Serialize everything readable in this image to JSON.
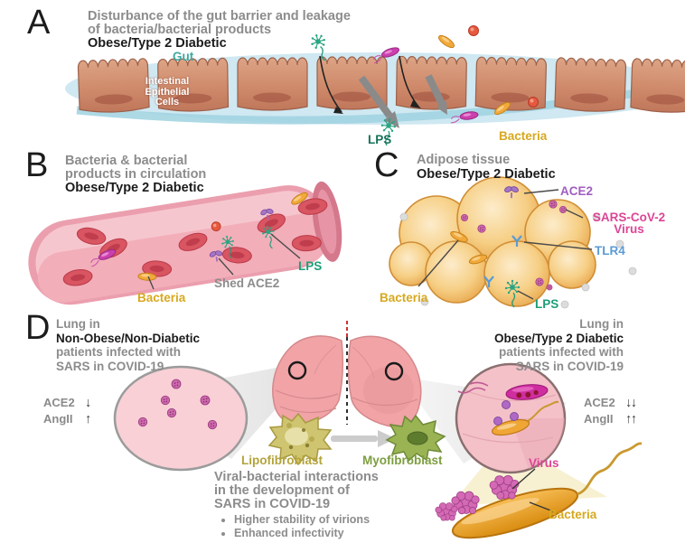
{
  "figure": {
    "panel_a": {
      "letter": "A",
      "title": "Disturbance of the gut barrier and leakage\nof bacteria/bacterial products",
      "subtitle": "Obese/Type 2 Diabetic",
      "labels": {
        "gut": "Gut",
        "epithelial": "Intestinal\nEpithelial\nCells",
        "lps": "LPS",
        "bacteria": "Bacteria"
      }
    },
    "panel_b": {
      "letter": "B",
      "title": "Bacteria & bacterial\nproducts in circulation",
      "subtitle": "Obese/Type 2 Diabetic",
      "labels": {
        "bacteria": "Bacteria",
        "shed_ace2": "Shed ACE2",
        "lps": "LPS"
      }
    },
    "panel_c": {
      "letter": "C",
      "title": "Adipose tissue",
      "subtitle": "Obese/Type 2 Diabetic",
      "labels": {
        "ace2": "ACE2",
        "virus_line1": "SARS-CoV-2",
        "virus_line2": "Virus",
        "tlr4": "TLR4",
        "bacteria": "Bacteria",
        "lps": "LPS"
      }
    },
    "panel_d": {
      "letter": "D",
      "left_title": [
        "Lung in",
        "Non-Obese/Non-Diabetic",
        "patients infected with",
        "SARS in COVID-19"
      ],
      "right_title": [
        "Lung in",
        "Obese/Type 2 Diabetic",
        "patients infected with",
        "SARS in COVID-19"
      ],
      "left_ace2_label": "ACE2",
      "left_ace2_arrow": "↓",
      "left_angii_label": "AngII",
      "left_angii_arrow": "↑",
      "right_ace2_label": "ACE2",
      "right_ace2_arrow": "↓↓",
      "right_angii_label": "AngII",
      "right_angii_arrow": "↑↑",
      "lipofibroblast": "Lipofibroblast",
      "myofibroblast": "Myofibroblast",
      "bottom_heading": "Viral-bacterial interactions\nin the development of\nSARS in COVID-19",
      "bullets": [
        "Higher stability of virions",
        "Enhanced infectivity"
      ],
      "virus": "Virus",
      "bacteria": "Bacteria"
    }
  },
  "colors": {
    "title_gray": "#8c8c8c",
    "title_black": "#1b1b1b",
    "gut_teal": "#3fa8a0",
    "lps_green": "#1d9e78",
    "lps_dark_green": "#16725a",
    "bacteria_yellow": "#d7a81f",
    "shed_ace2_gray": "#8c8c8c",
    "ace2_purple": "#a05ec0",
    "virus_magenta": "#dc4596",
    "tlr4_blue": "#5b9bd5",
    "lipofibroblast_olive": "#b3a33b",
    "myofibroblast_green": "#7d9e3f",
    "arrow_dark": "#3f3f3f",
    "epithelial_white": "#ffffff"
  }
}
